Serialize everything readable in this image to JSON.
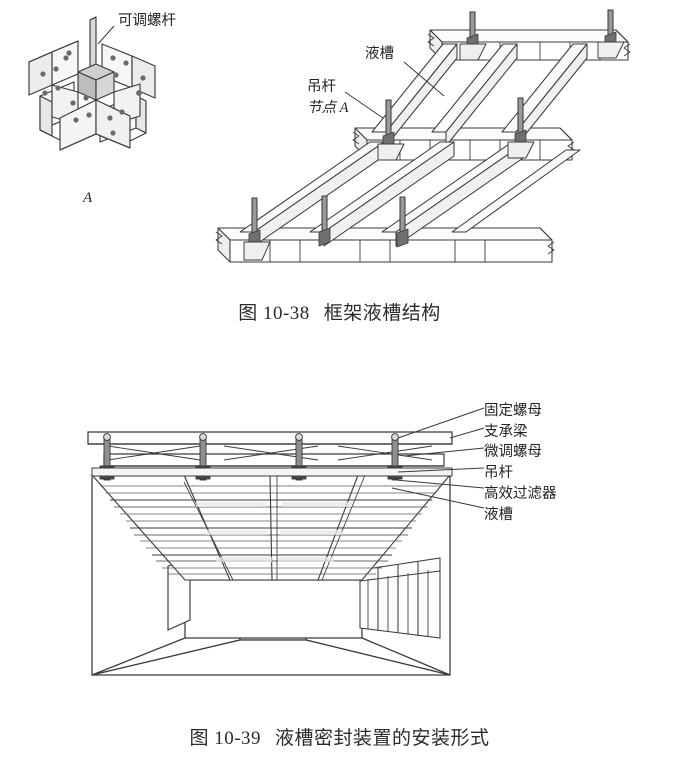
{
  "page": {
    "background_color": "#ffffff",
    "ink_color": "#232323",
    "doc_type": "scanned-textbook-figures"
  },
  "figure1": {
    "id": "fig-10-38",
    "caption_number": "图 10-38",
    "caption_title": "框架液槽结构",
    "node_detail": {
      "name": "node-A-detail",
      "letter": "A",
      "label": "可调螺杆"
    },
    "labels": [
      {
        "key": "groove",
        "text": "液槽"
      },
      {
        "key": "hanger_rod",
        "text": "吊杆"
      },
      {
        "key": "node_a",
        "text": "节点 A"
      }
    ],
    "structure": {
      "type": "isometric channel-beam frame grid",
      "rows": 3,
      "columns": 3,
      "hanger_rods": 8
    }
  },
  "figure2": {
    "id": "fig-10-39",
    "caption_number": "图 10-39",
    "caption_title": "液槽密封装置的安装形式",
    "labels": [
      {
        "key": "fixing_nut",
        "text": "固定螺母"
      },
      {
        "key": "support_beam",
        "text": "支承梁"
      },
      {
        "key": "fine_adjust_nut",
        "text": "微调螺母"
      },
      {
        "key": "hanger_rod",
        "text": "吊杆"
      },
      {
        "key": "hepa_filter",
        "text": "高效过滤器"
      },
      {
        "key": "liquid_groove",
        "text": "液槽"
      }
    ],
    "room": {
      "type": "cleanroom perspective interior",
      "ceiling_filter_columns": 4,
      "ceiling_filter_rows": 4,
      "hanger_rods": 4,
      "door_wall": "left",
      "louver_wall": "right"
    }
  }
}
